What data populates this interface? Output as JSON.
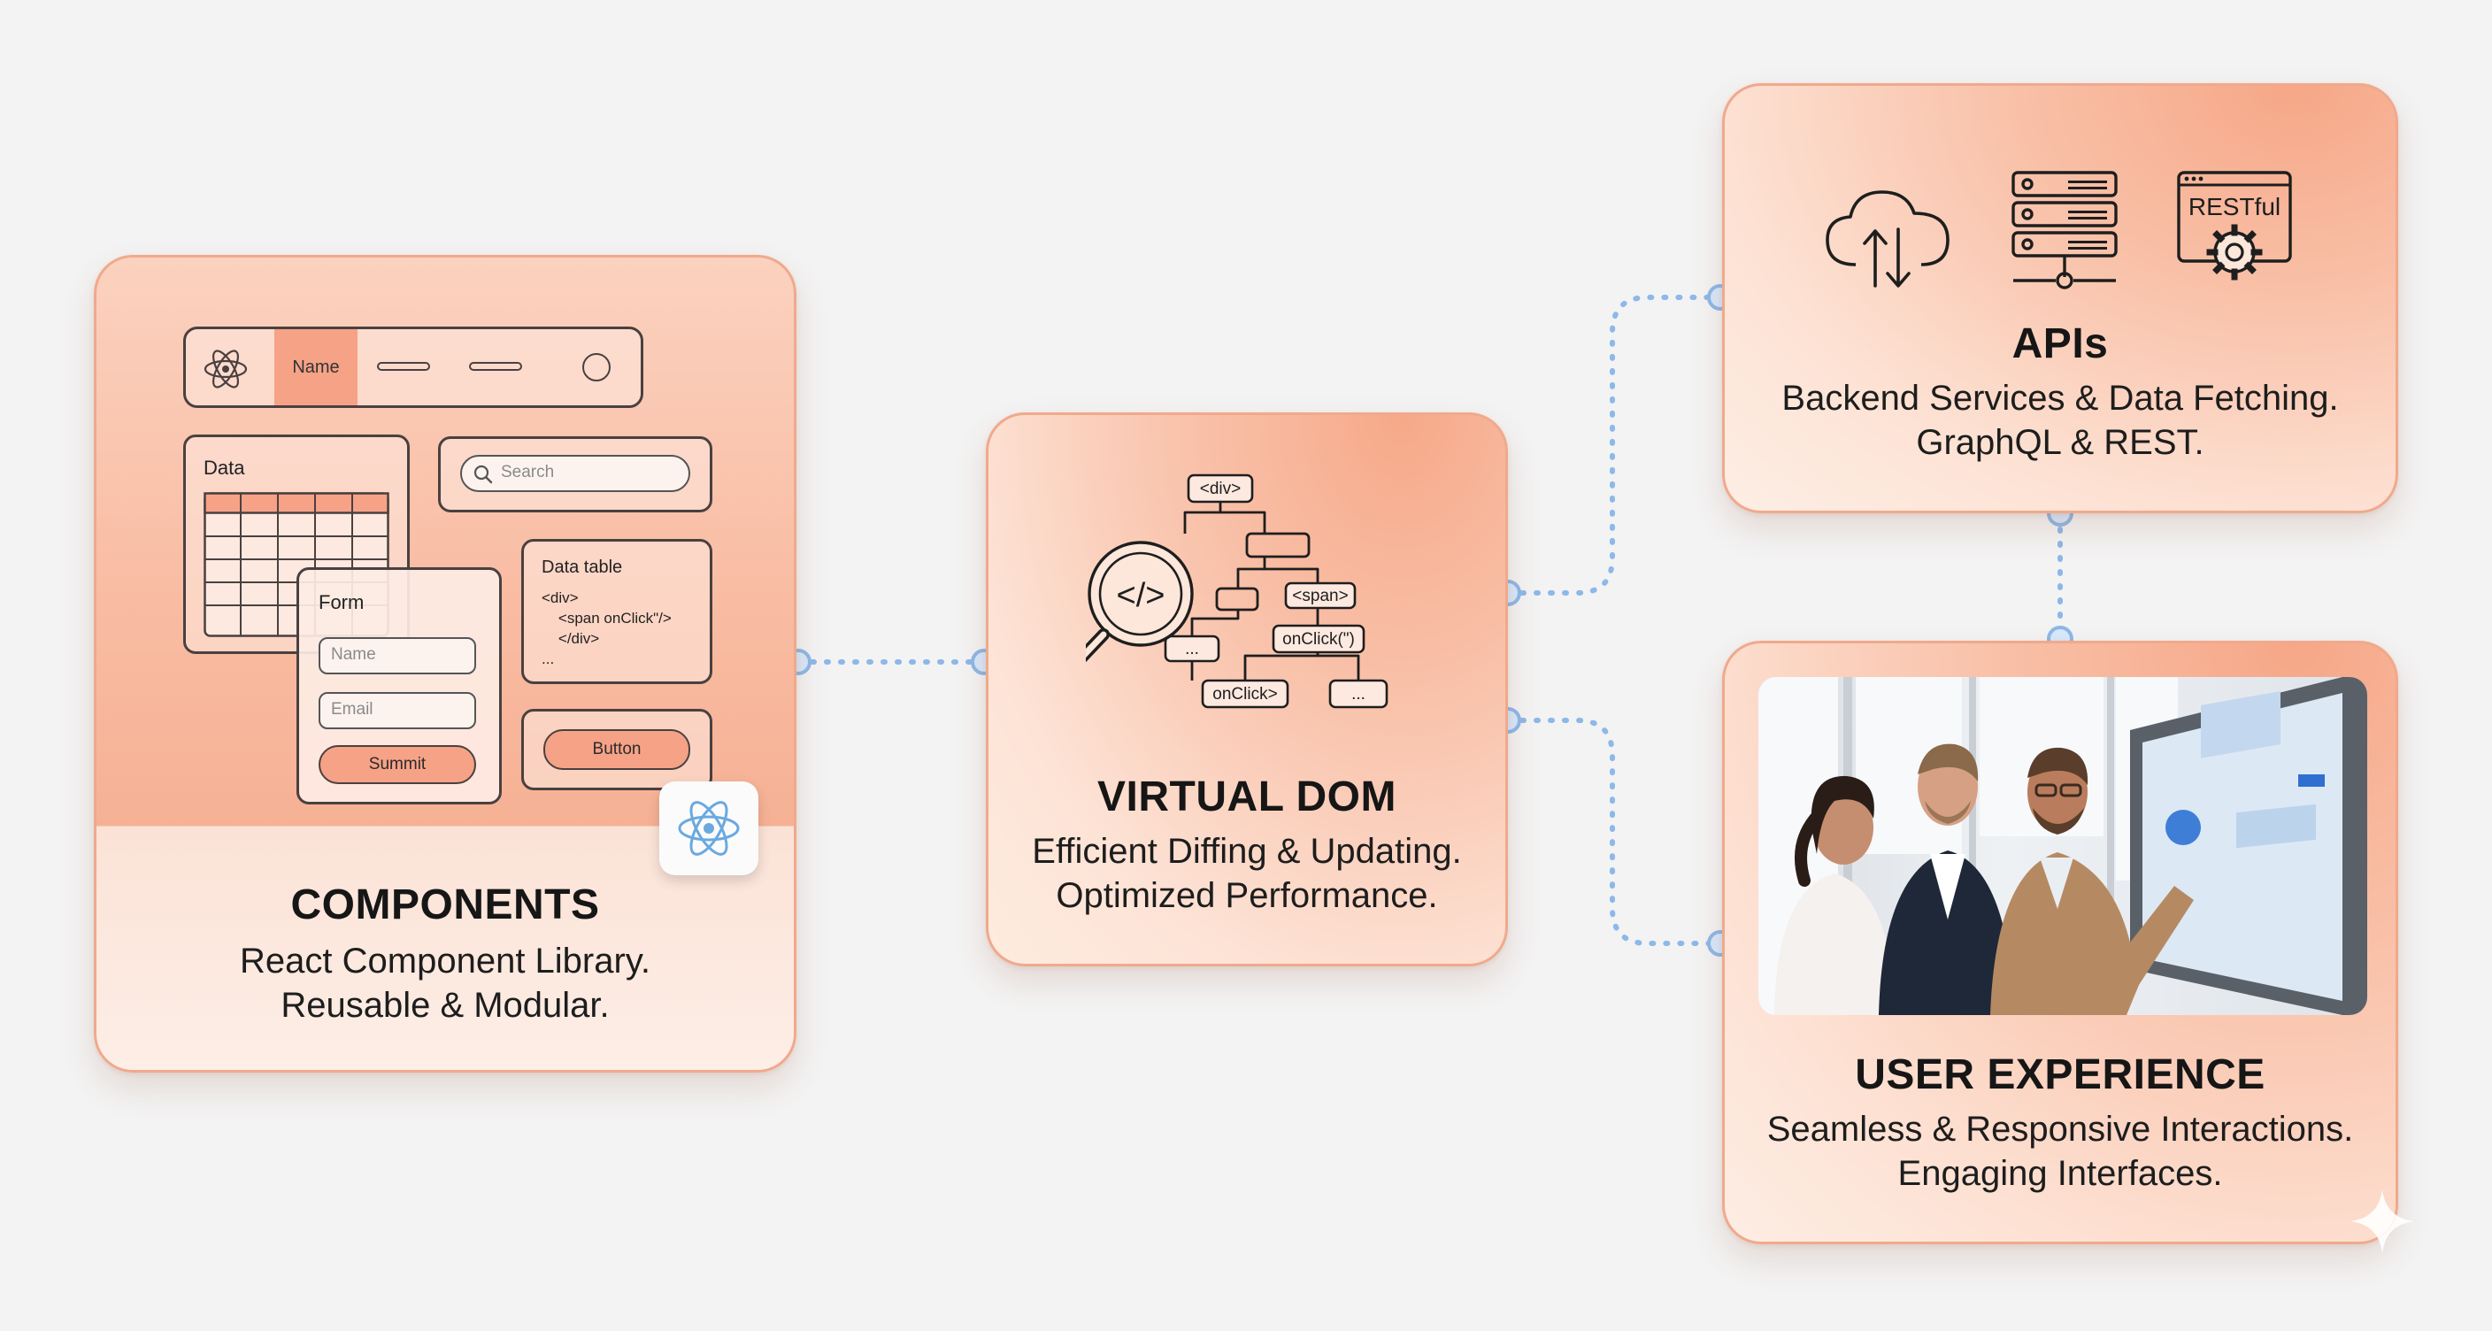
{
  "components": {
    "title": "COMPONENTS",
    "line1": "React Component Library.",
    "line2": "Reusable & Modular.",
    "navbar": {
      "active_item": "Name"
    },
    "data_panel": {
      "label": "Data"
    },
    "search": {
      "placeholder": "Search"
    },
    "form": {
      "label": "Form",
      "name_placeholder": "Name",
      "email_placeholder": "Email",
      "submit_label": "Summit"
    },
    "data_table": {
      "label": "Data table",
      "code": "<div>\n    <span onClick\"/>\n    </div>\n..."
    },
    "button": {
      "label": "Button"
    }
  },
  "vdom": {
    "title": "VIRTUAL DOM",
    "line1": "Efficient Diffing & Updating.",
    "line2": "Optimized Performance.",
    "tree_nodes": [
      "<div>",
      "<span>",
      "...",
      "onClick(\")",
      "onClick>",
      "..."
    ],
    "lens_symbol": "</>"
  },
  "apis": {
    "title": "APIs",
    "line1": "Backend Services & Data Fetching.",
    "line2": "GraphQL & REST.",
    "restful_label": "RESTful"
  },
  "ux": {
    "title": "USER EXPERIENCE",
    "line1": "Seamless & Responsive Interactions.",
    "line2": "Engaging Interfaces."
  },
  "colors": {
    "accent": "#f6a286",
    "connector": "#8db8e8",
    "card_border": "#f0a98c"
  }
}
